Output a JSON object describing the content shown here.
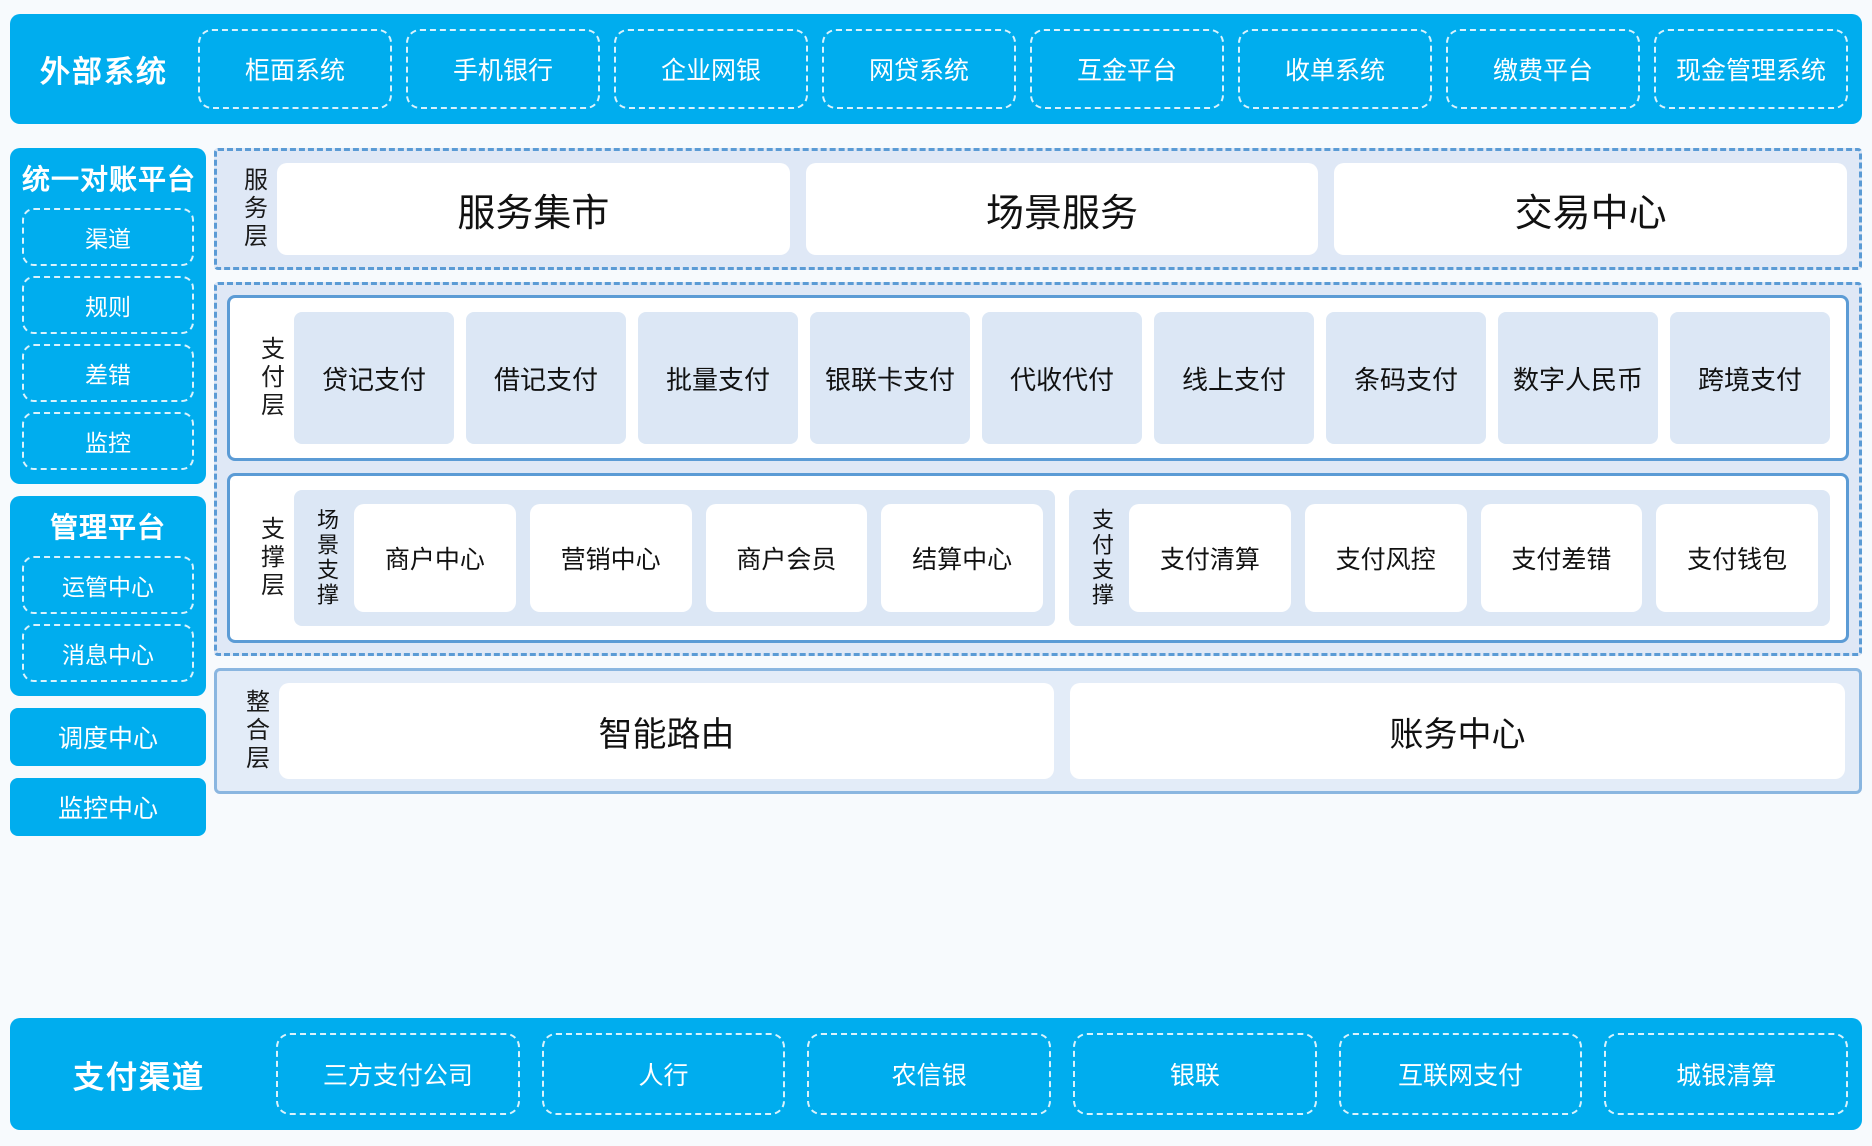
{
  "external": {
    "title": "外部系统",
    "items": [
      "柜面系统",
      "手机银行",
      "企业网银",
      "网贷系统",
      "互金平台",
      "收单系统",
      "缴费平台",
      "现金管理系统"
    ]
  },
  "sidebar": {
    "recon": {
      "title": "统一对账平台",
      "items": [
        "渠道",
        "规则",
        "差错",
        "监控"
      ]
    },
    "manage": {
      "title": "管理平台",
      "items": [
        "运管中心",
        "消息中心"
      ]
    },
    "buttons": [
      "调度中心",
      "监控中心"
    ]
  },
  "service_layer": {
    "label": "服务层",
    "cards": [
      "服务集市",
      "场景服务",
      "交易中心"
    ]
  },
  "pay_layer": {
    "label": "支付层",
    "cards": [
      "贷记支付",
      "借记支付",
      "批量支付",
      "银联卡支付",
      "代收代付",
      "线上支付",
      "条码支付",
      "数字人民币",
      "跨境支付"
    ]
  },
  "support_layer": {
    "label": "支撑层",
    "groups": [
      {
        "label": "场景支撑",
        "cards": [
          "商户中心",
          "营销中心",
          "商户会员",
          "结算中心"
        ]
      },
      {
        "label": "支付支撑",
        "cards": [
          "支付清算",
          "支付风控",
          "支付差错",
          "支付钱包"
        ]
      }
    ]
  },
  "integration_layer": {
    "label": "整合层",
    "cards": [
      "智能路由",
      "账务中心"
    ]
  },
  "channels": {
    "title": "支付渠道",
    "items": [
      "三方支付公司",
      "人行",
      "农信银",
      "银联",
      "互联网支付",
      "城银清算"
    ]
  },
  "colors": {
    "brand_cyan": "#00ADEE",
    "light_blue": "#DCE7F5",
    "panel_blue": "#DFE8F6",
    "border_blue": "#5B9BD5",
    "white": "#FFFFFF"
  }
}
